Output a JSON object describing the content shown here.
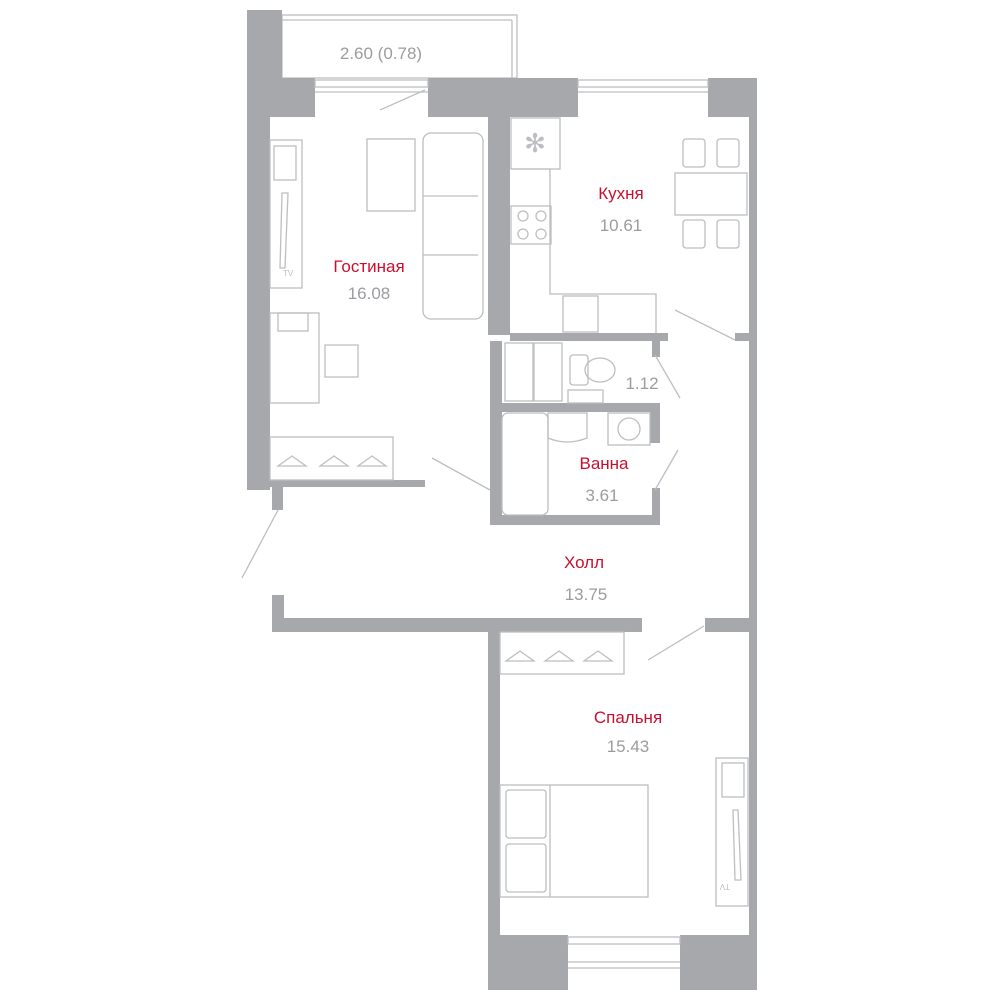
{
  "balcony": {
    "area": "2.60 (0.78)"
  },
  "rooms": {
    "living": {
      "name": "Гостиная",
      "area": "16.08"
    },
    "kitchen": {
      "name": "Кухня",
      "area": "10.61"
    },
    "wc": {
      "area": "1.12"
    },
    "bath": {
      "name": "Ванна",
      "area": "3.61"
    },
    "hall": {
      "name": "Холл",
      "area": "13.75"
    },
    "bedroom": {
      "name": "Спальня",
      "area": "15.43"
    }
  },
  "labels": {
    "tv": "TV"
  },
  "colors": {
    "wall": "#a7a8ab",
    "room_name": "#c8102e",
    "area": "#9b9c9f",
    "line": "#bdbec1"
  }
}
